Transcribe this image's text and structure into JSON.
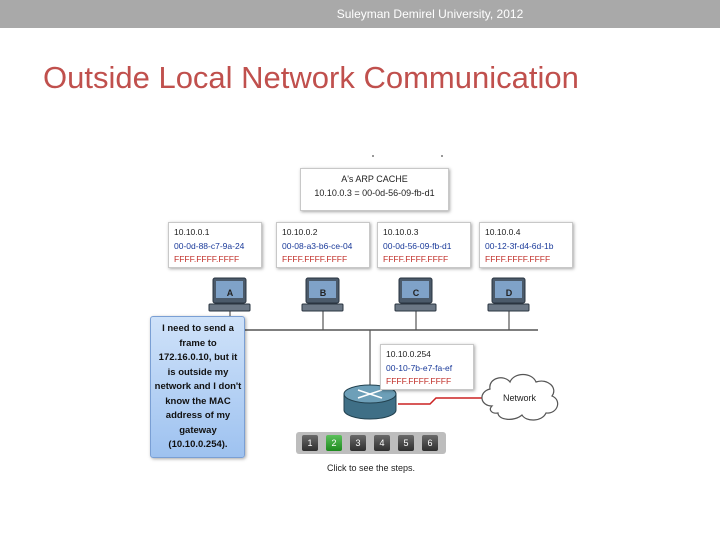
{
  "header": {
    "text": "Suleyman Demirel University, 2012"
  },
  "slide": {
    "title": "Outside Local Network Communication"
  },
  "arp_cache": {
    "title": "A's ARP CACHE",
    "entry": "10.10.0.3 = 00-0d-56-09-fb-d1"
  },
  "hosts": [
    {
      "label": "A",
      "ip": "10.10.0.1",
      "mac": "00-0d-88-c7-9a-24",
      "broadcast": "FFFF.FFFF.FFFF"
    },
    {
      "label": "B",
      "ip": "10.10.0.2",
      "mac": "00-08-a3-b6-ce-04",
      "broadcast": "FFFF.FFFF.FFFF"
    },
    {
      "label": "C",
      "ip": "10.10.0.3",
      "mac": "00-0d-56-09-fb-d1",
      "broadcast": "FFFF.FFFF.FFFF"
    },
    {
      "label": "D",
      "ip": "10.10.0.4",
      "mac": "00-12-3f-d4-6d-1b",
      "broadcast": "FFFF.FFFF.FFFF"
    }
  ],
  "router": {
    "ip": "10.10.0.254",
    "mac": "00-10-7b-e7-fa-ef",
    "broadcast": "FFFF.FFFF.FFFF"
  },
  "callout": {
    "text": "I need to send a frame to 172.16.0.10, but it is outside my network and I don't know the MAC address of my gateway (10.10.0.254)."
  },
  "cloud": {
    "label": "Network"
  },
  "steps": {
    "labels": [
      "1",
      "2",
      "3",
      "4",
      "5",
      "6"
    ],
    "active": 2,
    "caption": "Click to see the steps."
  },
  "colors": {
    "title": "#c0504d",
    "mac": "#1a3a9a",
    "broadcast": "#c0302a",
    "header_bar": "#a9a9a9",
    "callout": "#9ec2f0",
    "active_step": "#2e9e2e",
    "link_red": "#cc2222"
  }
}
